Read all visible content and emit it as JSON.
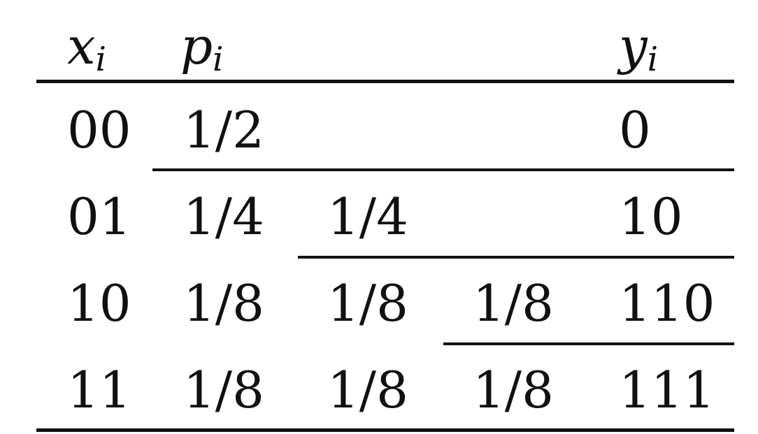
{
  "headers": {
    "x": {
      "base": "x",
      "sub": "i"
    },
    "p": {
      "base": "p",
      "sub": "i"
    },
    "y": {
      "base": "y",
      "sub": "i"
    }
  },
  "rows": [
    {
      "x": "00",
      "p": [
        "1/2",
        "",
        ""
      ],
      "y": "0"
    },
    {
      "x": "01",
      "p": [
        "1/4",
        "1/4",
        ""
      ],
      "y": "10"
    },
    {
      "x": "10",
      "p": [
        "1/8",
        "1/8",
        "1/8"
      ],
      "y": "110"
    },
    {
      "x": "11",
      "p": [
        "1/8",
        "1/8",
        "1/8"
      ],
      "y": "111"
    }
  ]
}
